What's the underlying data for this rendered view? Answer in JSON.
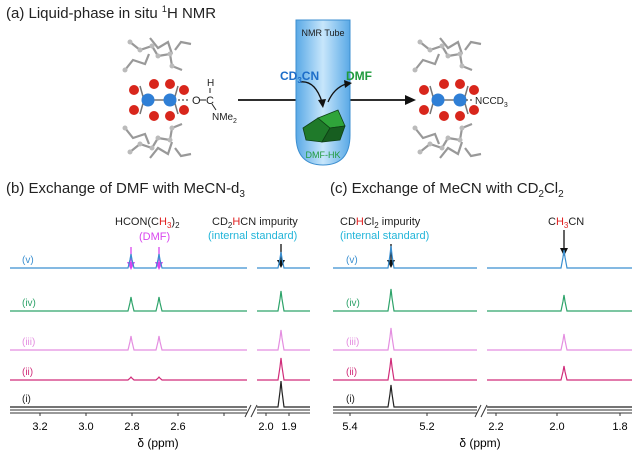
{
  "panel_a": {
    "title_pre": "(a) Liquid-phase in situ ",
    "title_sup": "1",
    "title_post": "H NMR",
    "tube_label": "NMR Tube",
    "cd3cn_pre": "CD",
    "cd3cn_sub": "3",
    "cd3cn_post": "CN",
    "dmf_label": "DMF",
    "crystal_label": "DMF-HK",
    "ligand_left": {
      "atom_o": "O",
      "atom_c": "C",
      "atom_h": "H",
      "nme2": "NMe",
      "nme2_sub": "2"
    },
    "ligand_right": {
      "text_pre": "NCCD",
      "text_sub": "3"
    }
  },
  "panel_b": {
    "title_pre": "(b) Exchange of DMF with MeCN-d",
    "title_sub": "3",
    "peak_label_pre": "HCON(C",
    "peak_label_red": "H",
    "peak_label_sub3": "3",
    "peak_label_post": ")",
    "peak_label_sub2": "2",
    "peak_label_dmf": "(DMF)",
    "impurity_pre": "CD",
    "impurity_sub": "2",
    "impurity_red": "H",
    "impurity_post": "CN impurity",
    "internal_std": "(internal standard)",
    "axis_label": "δ (ppm)",
    "ticks": [
      "3.2",
      "3.0",
      "2.8",
      "2.6",
      "2.0",
      "1.9"
    ]
  },
  "panel_c": {
    "title_pre": "(c) Exchange of MeCN with CD",
    "title_sub": "2",
    "title_post": "Cl",
    "title_sub2": "2",
    "impurity_pre": "CD",
    "impurity_red": "H",
    "impurity_post": "Cl",
    "impurity_sub": "2",
    "impurity_tail": " impurity",
    "internal_std": "(internal standard)",
    "peak_label_pre": "C",
    "peak_label_red": "H",
    "peak_label_sub": "3",
    "peak_label_post": "CN",
    "axis_label": "δ (ppm)",
    "ticks": [
      "5.4",
      "5.2",
      "2.2",
      "2.0",
      "1.8"
    ]
  },
  "trace_labels": [
    "(v)",
    "(iv)",
    "(iii)",
    "(ii)",
    "(i)"
  ],
  "colors": {
    "v": "#3a8fd0",
    "iv": "#2ea36a",
    "iii": "#e48ee0",
    "ii": "#d02c7a",
    "i": "#222222",
    "magenta": "#d946ef",
    "cyan": "#22b5d9",
    "red": "#e02020",
    "green_text": "#1f9a3c",
    "blue_text": "#1d6ec9"
  }
}
